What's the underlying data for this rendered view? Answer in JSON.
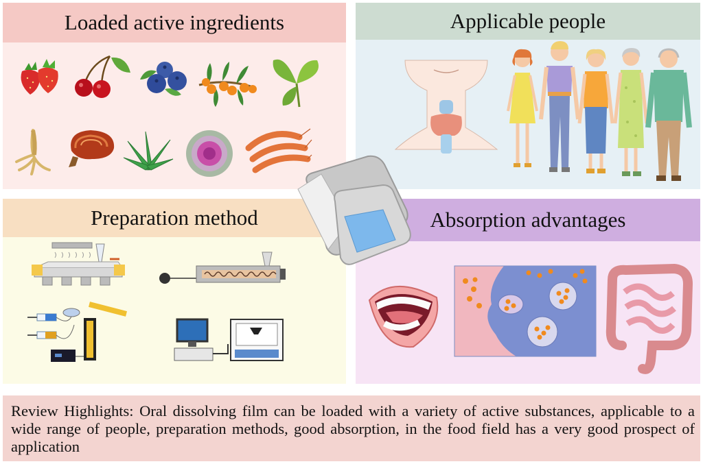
{
  "panels": {
    "ingredients": {
      "title": "Loaded active ingredients"
    },
    "people": {
      "title": "Applicable people"
    },
    "preparation": {
      "title": "Preparation method"
    },
    "absorption": {
      "title": "Absorption advantages"
    }
  },
  "highlights": {
    "text": "Review Highlights: Oral dissolving film can be loaded with a variety of active substances, applicable to a wide range of people, preparation methods, good absorption, in the food field has a very good prospect of application"
  },
  "colors": {
    "ingredients_header": "#f5c9c5",
    "ingredients_body": "#fdecea",
    "people_header": "#cddcd1",
    "people_body": "#e6f0f5",
    "preparation_header": "#f8dfc2",
    "preparation_body": "#fcfbe6",
    "absorption_header": "#cfaee0",
    "absorption_body": "#f7e4f5",
    "highlights_bg": "#f3d4d0"
  },
  "icons": [
    "strawberry-icon",
    "cherry-icon",
    "blueberry-icon",
    "sea-buckthorn-icon",
    "ginkgo-leaf-icon",
    "ginseng-root-icon",
    "lingzhi-mushroom-icon",
    "aloe-icon",
    "ornamental-kale-icon",
    "shrimp-icon",
    "neck-thyroid-icon",
    "girl-icon",
    "boy-icon",
    "woman-icon",
    "elderly-woman-icon",
    "elderly-man-icon",
    "film-casting-icon",
    "extruder-icon",
    "electrospinning-icon",
    "3d-printer-icon",
    "mouth-icon",
    "cell-absorption-icon",
    "intestine-icon",
    "oral-film-pack-icon"
  ]
}
